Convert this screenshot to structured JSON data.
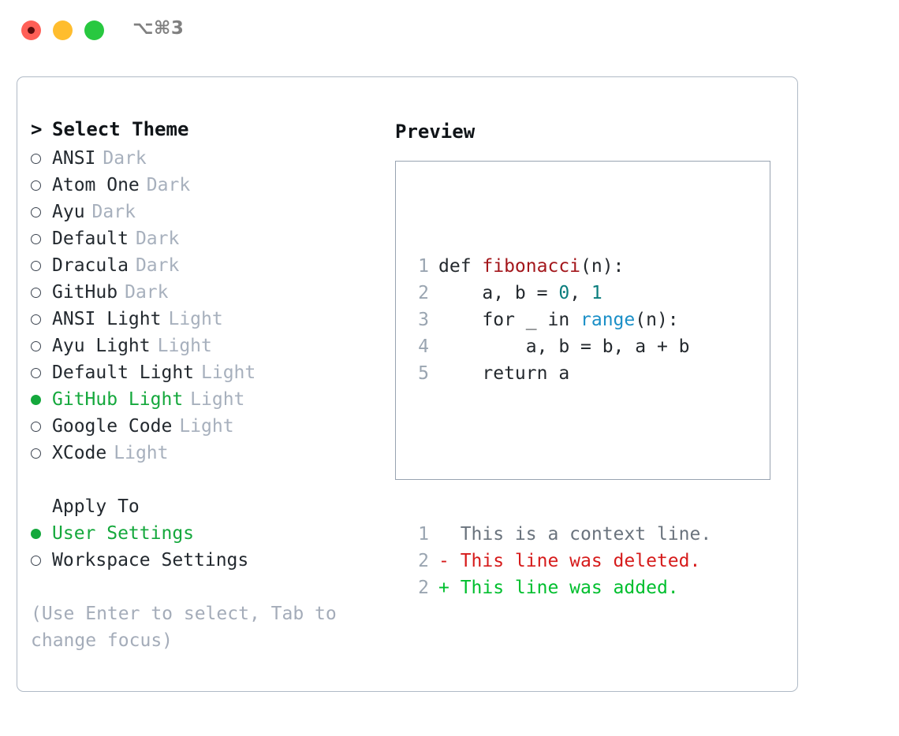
{
  "titlebar": {
    "shortcut": "⌥⌘3",
    "lights": [
      {
        "name": "close",
        "color": "#ff5f57"
      },
      {
        "name": "minimize",
        "color": "#ffbd2e"
      },
      {
        "name": "maximize",
        "color": "#28c840"
      }
    ]
  },
  "theme_list": {
    "header_marker": ">",
    "header": "Select Theme",
    "items": [
      {
        "marker": "○",
        "label": "ANSI",
        "tag": "Dark",
        "selected": false
      },
      {
        "marker": "○",
        "label": "Atom One",
        "tag": "Dark",
        "selected": false
      },
      {
        "marker": "○",
        "label": "Ayu",
        "tag": "Dark",
        "selected": false
      },
      {
        "marker": "○",
        "label": "Default",
        "tag": "Dark",
        "selected": false
      },
      {
        "marker": "○",
        "label": "Dracula",
        "tag": "Dark",
        "selected": false
      },
      {
        "marker": "○",
        "label": "GitHub",
        "tag": "Dark",
        "selected": false
      },
      {
        "marker": "○",
        "label": "ANSI Light",
        "tag": "Light",
        "selected": false
      },
      {
        "marker": "○",
        "label": "Ayu Light",
        "tag": "Light",
        "selected": false
      },
      {
        "marker": "○",
        "label": "Default Light",
        "tag": "Light",
        "selected": false
      },
      {
        "marker": "●",
        "label": "GitHub Light",
        "tag": "Light",
        "selected": true
      },
      {
        "marker": "○",
        "label": "Google Code",
        "tag": "Light",
        "selected": false
      },
      {
        "marker": "○",
        "label": "XCode",
        "tag": "Light",
        "selected": false
      }
    ]
  },
  "apply_to": {
    "heading": "Apply To",
    "items": [
      {
        "marker": "●",
        "label": "User Settings",
        "selected": true
      },
      {
        "marker": "○",
        "label": "Workspace Settings",
        "selected": false
      }
    ]
  },
  "hint": "(Use Enter to select, Tab to change focus)",
  "preview": {
    "title": "Preview",
    "code_lines": [
      {
        "no": "1",
        "parts": [
          {
            "text": "def ",
            "style": "plain"
          },
          {
            "text": "fibonacci",
            "style": "fn"
          },
          {
            "text": "(n):",
            "style": "plain"
          }
        ]
      },
      {
        "no": "2",
        "parts": [
          {
            "text": "    a, b = ",
            "style": "plain"
          },
          {
            "text": "0",
            "style": "num"
          },
          {
            "text": ", ",
            "style": "plain"
          },
          {
            "text": "1",
            "style": "num"
          }
        ]
      },
      {
        "no": "3",
        "parts": [
          {
            "text": "    for _ in ",
            "style": "plain"
          },
          {
            "text": "range",
            "style": "call"
          },
          {
            "text": "(n):",
            "style": "plain"
          }
        ]
      },
      {
        "no": "4",
        "parts": [
          {
            "text": "        a, b = b, a + b",
            "style": "plain"
          }
        ]
      },
      {
        "no": "5",
        "parts": [
          {
            "text": "    return a",
            "style": "plain"
          }
        ]
      }
    ],
    "diff_lines": [
      {
        "no": "1",
        "sign": " ",
        "text": " This is a context line.",
        "kind": "context"
      },
      {
        "no": "2",
        "sign": "-",
        "text": " This line was deleted.",
        "kind": "deleted"
      },
      {
        "no": "2",
        "sign": "+",
        "text": " This line was added.",
        "kind": "added"
      }
    ]
  },
  "colors": {
    "accent_green": "#14a83c",
    "muted": "#a7b0bd",
    "code_fn": "#a3161b",
    "code_num": "#0a7d7d",
    "code_call": "#1a8fc7",
    "diff_deleted": "#d61b1b",
    "diff_added": "#00bf2e",
    "panel_border": "#b0bac6"
  }
}
